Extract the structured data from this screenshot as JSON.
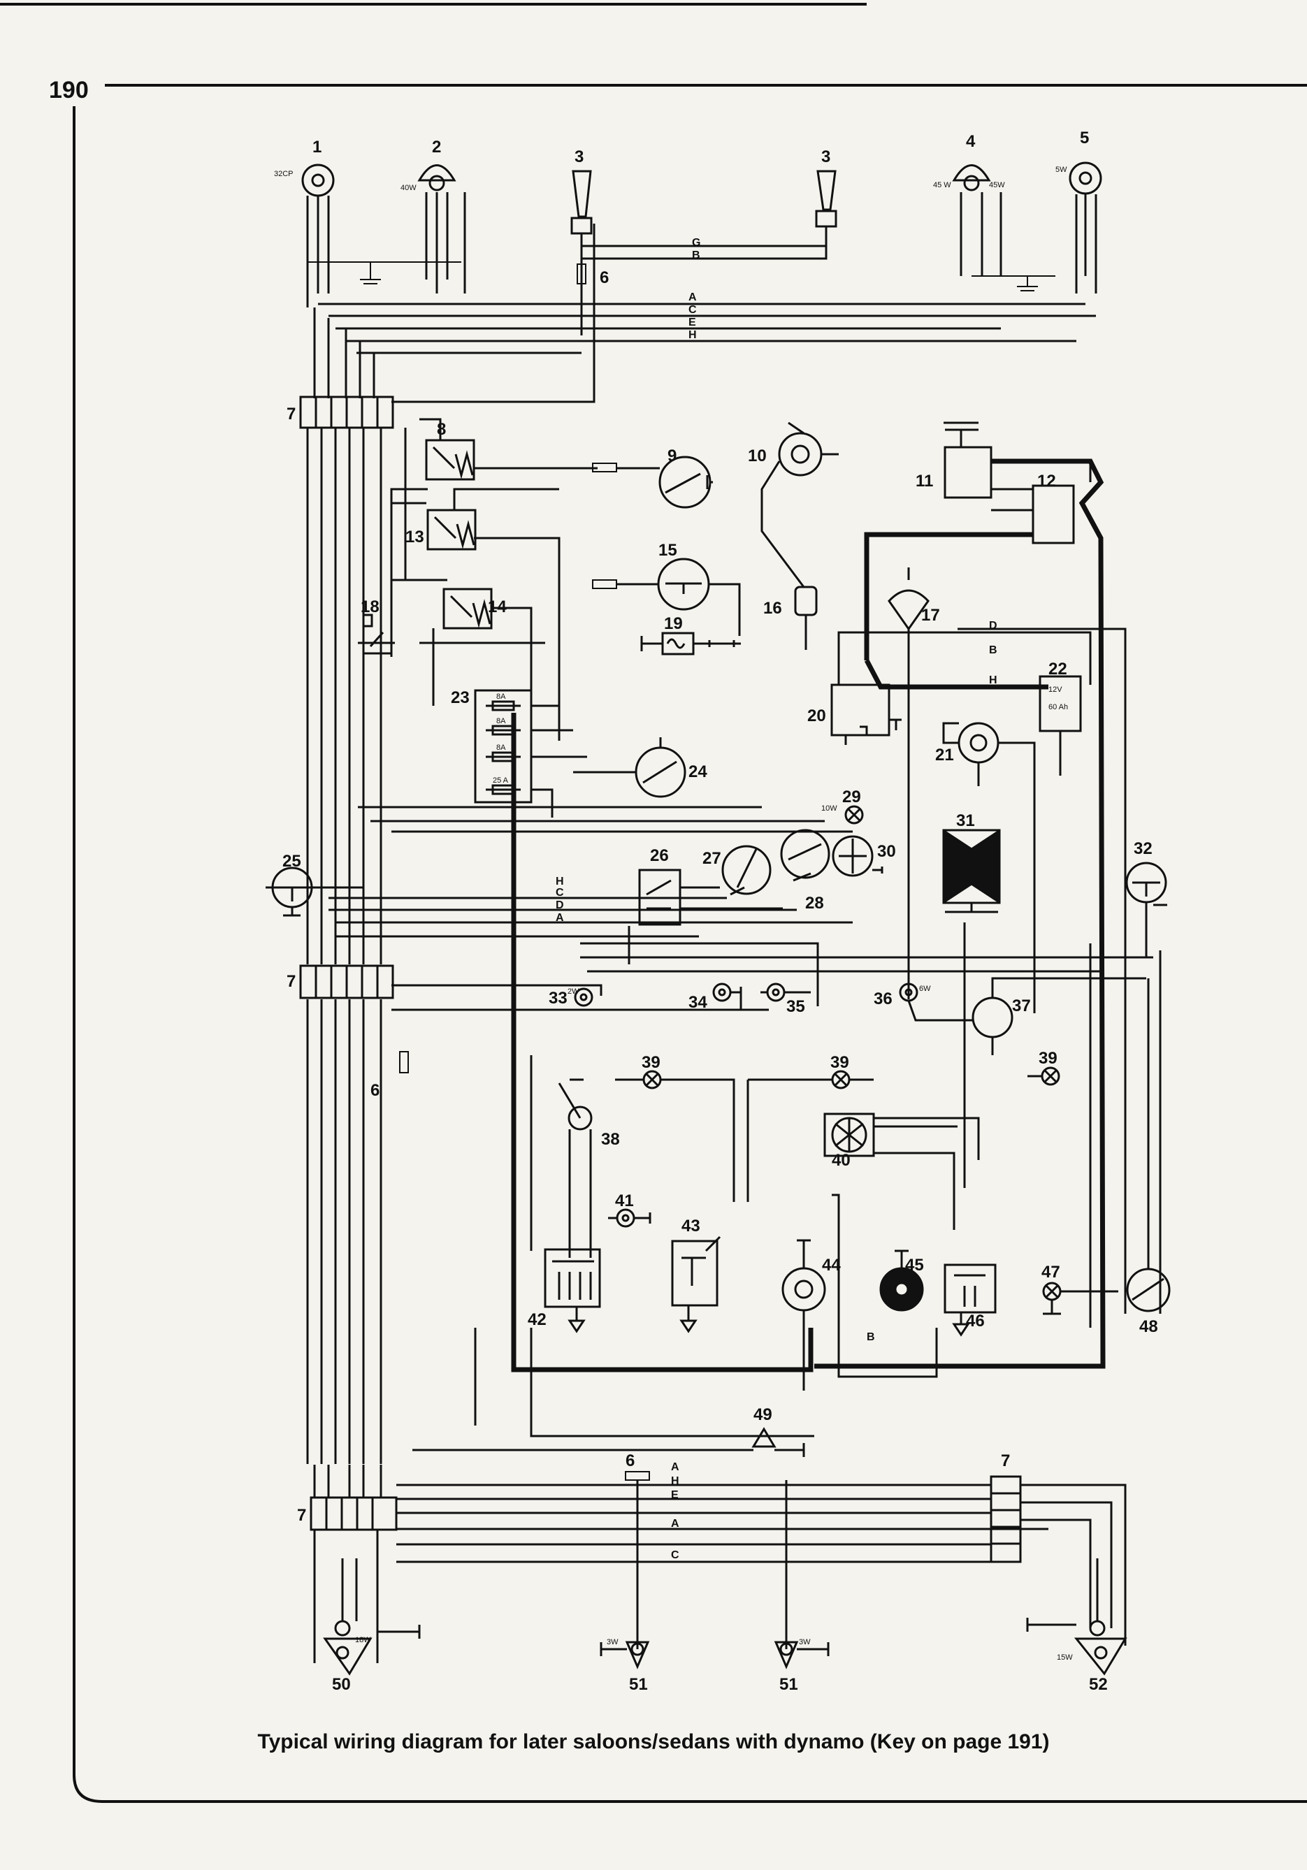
{
  "page": {
    "number": "190",
    "caption": "Typical wiring diagram for later saloons/sedans with dynamo (Key on page 191)"
  },
  "labels": {
    "headlamp_left": "1",
    "fog_left": "2",
    "horn_left": "3",
    "horn_right": "3",
    "fog_right": "4",
    "headlamp_right": "5",
    "connector_top": "6",
    "junction_top": "7",
    "relay_8": "8",
    "gauge_9": "9",
    "distributor": "10",
    "generator": "11",
    "regulator": "12",
    "relay_13": "13",
    "relay_14": "14",
    "gauge_15": "15",
    "coil": "16",
    "lamp_17": "17",
    "switch_18": "18",
    "sender_19": "19",
    "starter": "20",
    "motor_21": "21",
    "battery": "22",
    "fusebox": "23",
    "gauge_24": "24",
    "lamp_25": "25",
    "switch_26": "26",
    "gauge_27": "27",
    "gauge_28": "28",
    "indicator_29": "29",
    "meter_30": "30",
    "flasher_31": "31",
    "lamp_32": "32",
    "lamp_33": "33",
    "lamp_34": "34",
    "lamp_35": "35",
    "lamp_36": "36",
    "motor_37": "37",
    "switch_38": "38",
    "lamp_39a": "39",
    "lamp_39b": "39",
    "lamp_39c": "39",
    "fan_40": "40",
    "lamp_41": "41",
    "switch_42": "42",
    "switch_43": "43",
    "ignition_44": "44",
    "horn_45": "45",
    "switch_46": "46",
    "lamp_47": "47",
    "switch_48": "48",
    "sender_49": "49",
    "rear_left": "50",
    "plate_a": "51",
    "plate_b": "51",
    "rear_right": "52",
    "connector_mid": "6",
    "connector_low": "6",
    "junction_mid": "7",
    "junction_low_left": "7",
    "junction_low_right": "7"
  },
  "wire_codes": {
    "top_G": "G",
    "top_B": "B",
    "bus_A": "A",
    "bus_C": "C",
    "bus_E": "E",
    "bus_H": "H",
    "mid_H": "H",
    "mid_C": "C",
    "mid_D": "D",
    "mid_A": "A",
    "low_A1": "A",
    "low_H": "H",
    "low_E": "E",
    "low_A2": "A",
    "low_C": "C",
    "batt_D": "D",
    "batt_B": "B",
    "batt_H": "H",
    "b_label": "B"
  },
  "ratings": {
    "w40": "40W",
    "w45": "45 W",
    "w45b": "45W",
    "cp32": "32CP",
    "w5": "5W",
    "batt": "12V",
    "batt_ah": "60 Ah",
    "w2": "2W",
    "w6": "6W",
    "w10": "10W",
    "w18": "18W",
    "w15": "15W",
    "w3": "3W",
    "fuse_8a_1": "8A",
    "fuse_8a_2": "8A",
    "fuse_8a_3": "8A",
    "fuse_25a": "25 A"
  }
}
